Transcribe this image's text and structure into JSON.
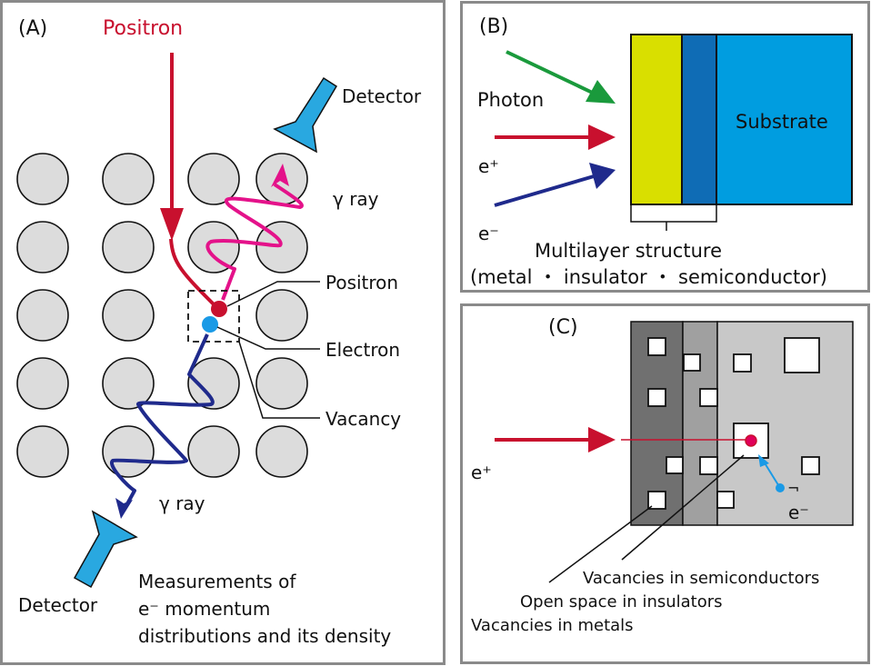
{
  "colors": {
    "positron": "#c8102e",
    "positron_gamma": "#e4128a",
    "electron": "#1a9ae6",
    "electron_gamma": "#1f2a8c",
    "detector": "#29a8e0",
    "atom_fill": "#dcdcdc",
    "photon": "#1a9a3c",
    "layer_metal": "#d9df00",
    "layer_insulator": "#0f6cb5",
    "substrate": "#009de0",
    "c_metal": "#707070",
    "c_insulator": "#a0a0a0",
    "c_semiconductor": "#c8c8c8",
    "panel_border": "#8a8a8a"
  },
  "panel_a": {
    "label": "(A)",
    "positron_title": "Positron",
    "detector_top": "Detector",
    "gamma_top": "γ ray",
    "gamma_bottom": "γ ray",
    "detector_bottom": "Detector",
    "callout_positron": "Positron",
    "callout_electron": "Electron",
    "callout_vacancy": "Vacancy",
    "measurement_lines": [
      "Measurements of",
      "e⁻ momentum",
      "distributions and its density"
    ],
    "lattice": {
      "rows": 5,
      "cols": 4,
      "vacancy": {
        "row": 3,
        "col": 3
      }
    }
  },
  "panel_b": {
    "label": "(B)",
    "photon": "Photon",
    "e_plus": "e⁺",
    "e_minus": "e⁻",
    "substrate": "Substrate",
    "multilayer_title": "Multilayer structure",
    "multilayer_sub": "(metal ・ insulator ・ semiconductor)"
  },
  "panel_c": {
    "label": "(C)",
    "e_plus": "e⁺",
    "e_minus": "e⁻",
    "e_minus_mark": "¬",
    "callout_semiconductors": "Vacancies in semiconductors",
    "callout_insulators": "Open space in insulators",
    "callout_metals": "Vacancies in metals"
  }
}
